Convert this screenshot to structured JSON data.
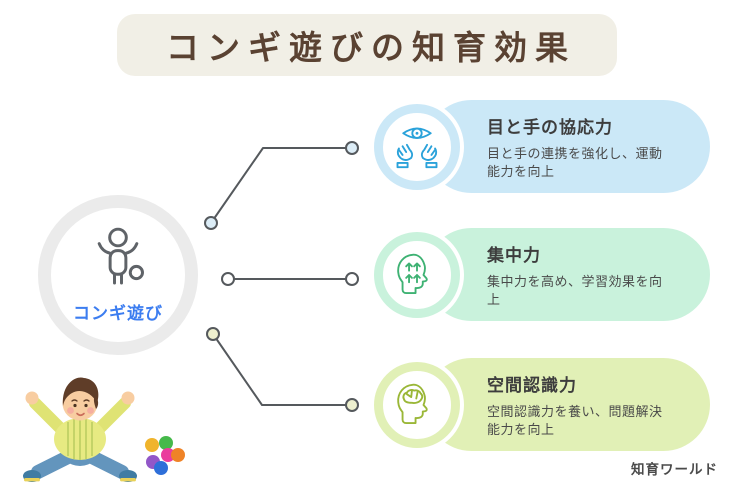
{
  "page": {
    "background": "#ffffff"
  },
  "header": {
    "title": "コンギ遊びの知育効果",
    "banner_bg": "#f1efe6",
    "title_color": "#5a4232"
  },
  "hub": {
    "label": "コンギ遊び",
    "label_color": "#3c7df0",
    "ring_color": "#ebebeb",
    "icon": "person-with-ball-icon",
    "icon_color": "#5f6368"
  },
  "connectors": {
    "line_color": "#55595d",
    "node_fills": [
      "#dcedf7",
      "#ffffff",
      "#eef0cf"
    ]
  },
  "effects": [
    {
      "title": "目と手の協応力",
      "description": "目と手の連携を強化し、運動\n能力を向上",
      "icon": "eye-hands-icon",
      "box_color": "#cbe8f7",
      "icon_color": "#2aa2da"
    },
    {
      "title": "集中力",
      "description": "集中力を高め、学習効果を向\n上",
      "icon": "head-arrows-icon",
      "box_color": "#c9f2dc",
      "icon_color": "#3eb273"
    },
    {
      "title": "空間認識力",
      "description": "空間認識力を養い、問題解決\n能力を向上",
      "icon": "head-brain-icon",
      "box_color": "#e1f0b6",
      "icon_color": "#9ab737"
    }
  ],
  "illustration": {
    "name": "child-arms-raised",
    "ball_colors": [
      "#f0b42c",
      "#45b94a",
      "#ea3d9d",
      "#ef8327",
      "#9257c8",
      "#2e6fd9"
    ]
  },
  "footer": {
    "brand": "知育ワールド",
    "color": "#4a4a4a"
  }
}
